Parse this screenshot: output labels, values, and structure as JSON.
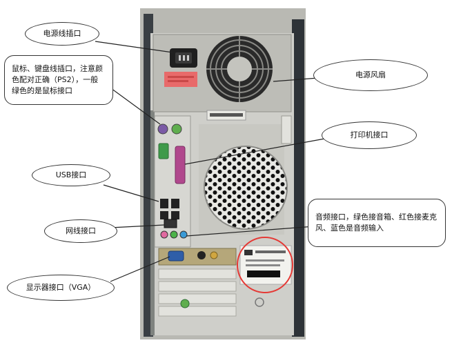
{
  "callouts": {
    "power_socket": "电源线插口",
    "ps2_ports": "鼠标、键盘线插口，注意颜色配对正确（PS2），一般绿色的是鼠标接口",
    "usb_ports": "USB接口",
    "network_port": "网线接口",
    "vga_port": "显示器接口（VGA）",
    "power_fan": "电源风扇",
    "printer_port": "打印机接口",
    "audio_ports": "音频接口，绿色接音箱、红色接麦克风、蓝色是音频输入"
  },
  "colors": {
    "case_grey": "#c9c9c4",
    "case_shadow": "#9a9a94",
    "psu_fan": "#2a2a2a",
    "ps2_mouse": "#5fae4e",
    "ps2_keyboard": "#7b5ba6",
    "serial_port": "#3f9a4a",
    "parallel_port": "#b0488d",
    "audio_green": "#4db34a",
    "audio_pink": "#e06aa0",
    "audio_blue": "#3a9ad6",
    "vga_blue": "#2f5ea8",
    "warning_label": "#e86a6a",
    "highlight_circle": "#e53935"
  },
  "icons": [
    "power-socket-icon",
    "fan-icon",
    "ps2-port-icon",
    "usb-port-icon",
    "ethernet-port-icon",
    "vga-port-icon",
    "audio-jack-icon",
    "parallel-port-icon"
  ]
}
